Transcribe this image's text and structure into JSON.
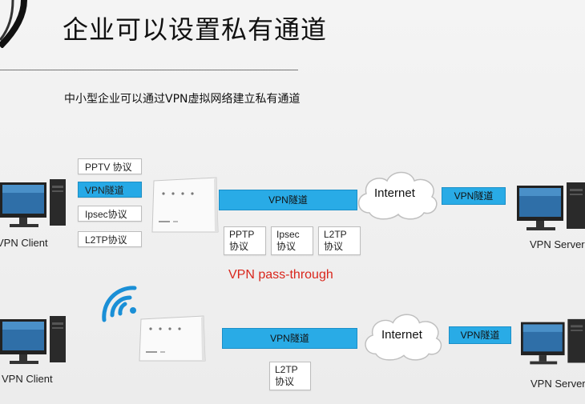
{
  "header": {
    "title": "企业可以设置私有通道",
    "subtitle": "中小型企业可以通过VPN虚拟网络建立私有通道"
  },
  "top_row": {
    "client_label": "VPN Client",
    "server_label": "VPN Server",
    "protocols": [
      "PPTV 协议",
      "VPN隧道",
      "Ipsec协议",
      "L2TP协议"
    ],
    "tunnel_label": "VPN隧道",
    "cloud_label": "Internet",
    "server_tunnel_label": "VPN隧道",
    "passthrough_tags": [
      {
        "line1": "PPTP",
        "line2": "协议"
      },
      {
        "line1": "Ipsec",
        "line2": "协议"
      },
      {
        "line1": "L2TP",
        "line2": "协议"
      }
    ]
  },
  "passthrough_label": "VPN pass-through",
  "bottom_row": {
    "client_label": "VPN Client",
    "server_label": "VPN Server",
    "tunnel_label": "VPN隧道",
    "cloud_label": "Internet",
    "server_tunnel_label": "VPN隧道",
    "tag": {
      "line1": "L2TP",
      "line2": "协议"
    }
  },
  "colors": {
    "tunnel": "#29abe6",
    "accent_red": "#d9261c",
    "wifi": "#1a8fd6"
  },
  "icons": [
    "computer-icon",
    "router-icon",
    "cloud-icon",
    "wifi-icon",
    "headphone-decoration"
  ]
}
